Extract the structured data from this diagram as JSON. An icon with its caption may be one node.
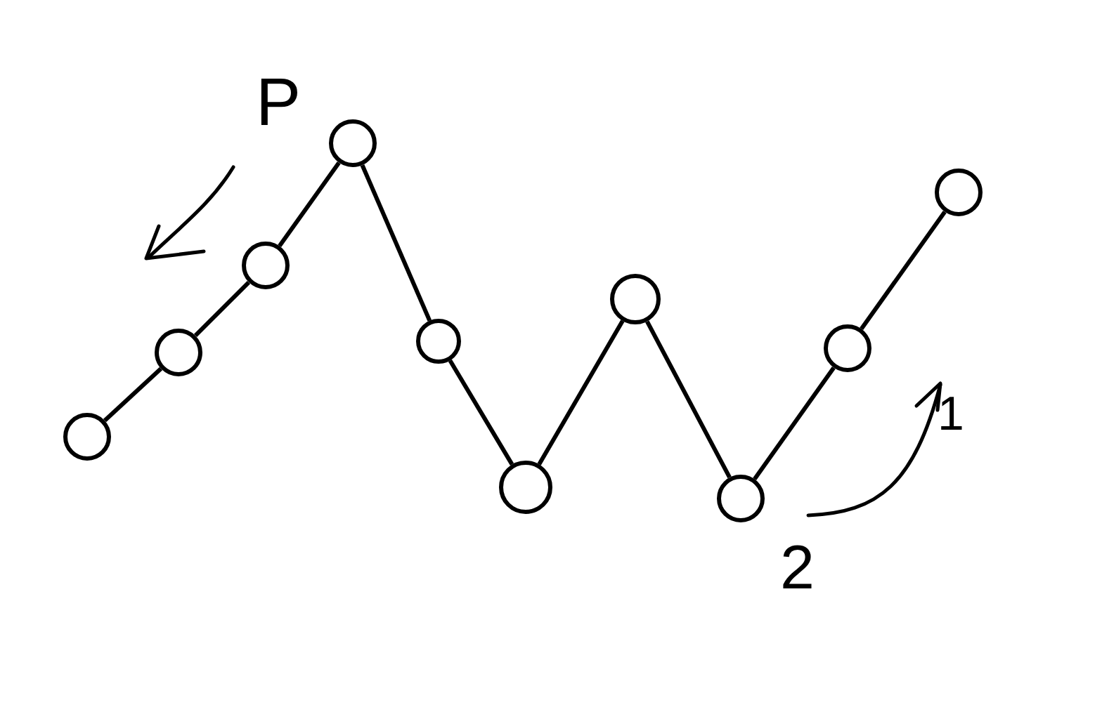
{
  "diagram": {
    "nodes": [
      {
        "text": [],
        "shape": "circle"
      },
      {
        "text": [],
        "shape": "circle"
      },
      {
        "text": [],
        "shape": "circle"
      },
      {
        "text": [],
        "shape": "circle"
      },
      {
        "text": [],
        "shape": "circle"
      },
      {
        "text": [],
        "shape": "circle"
      },
      {
        "text": [],
        "shape": "circle"
      },
      {
        "text": [],
        "shape": "circle"
      },
      {
        "text": [],
        "shape": "circle"
      },
      {
        "text": [],
        "shape": "circle"
      }
    ],
    "edges": [
      {
        "from": 0,
        "to": 1,
        "arrow": "none"
      },
      {
        "from": 1,
        "to": 2,
        "arrow": "none"
      },
      {
        "from": 2,
        "to": 3,
        "arrow": "none"
      },
      {
        "from": 3,
        "to": 4,
        "arrow": "none"
      },
      {
        "from": 4,
        "to": 5,
        "arrow": "none"
      },
      {
        "from": 5,
        "to": 6,
        "arrow": "none"
      },
      {
        "from": 6,
        "to": 7,
        "arrow": "none"
      },
      {
        "from": 7,
        "to": 8,
        "arrow": "none"
      },
      {
        "from": 8,
        "to": 9,
        "arrow": "none"
      }
    ],
    "labels": [
      "P",
      "1",
      "2"
    ]
  }
}
